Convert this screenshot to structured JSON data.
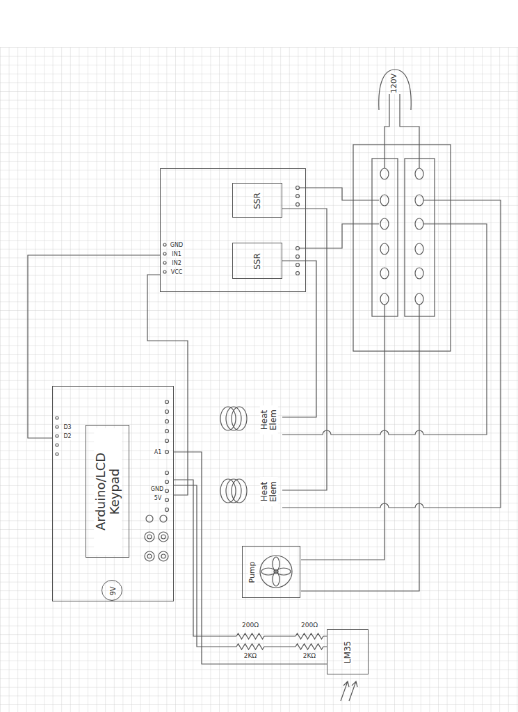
{
  "diagram": {
    "nodes": [
      {
        "text": [
          "GND",
          "IN1",
          "IN2",
          "VCC"
        ]
      },
      {
        "text": [
          "SSR"
        ],
        "in": 0
      },
      {
        "text": [
          "SSR"
        ],
        "in": 0
      },
      {
        "text": [
          "Heat Elem"
        ]
      },
      {
        "text": [
          "Heat Elem"
        ]
      },
      {
        "text": [
          "Pump"
        ]
      },
      {
        "text": [
          "D3",
          "D2",
          "A1",
          "GND",
          "5V"
        ]
      },
      {
        "text": [
          "Arduino/LCD Keypad"
        ],
        "in": 6
      },
      {
        "text": [
          "9V"
        ],
        "in": 6
      },
      {
        "text": [
          "LM35"
        ]
      }
    ],
    "edges": [
      {
        "from": 6,
        "to": 0,
        "arrow": "none"
      },
      {
        "from": 6,
        "to": 0,
        "arrow": "none"
      },
      {
        "from": 6,
        "to": 9,
        "arrow": "none"
      },
      {
        "from": 2,
        "to": 3,
        "arrow": "none"
      },
      {
        "from": 1,
        "to": 4,
        "arrow": "none"
      }
    ],
    "labels": [
      "120V",
      "200Ω",
      "2KΩ",
      "200Ω",
      "2KΩ"
    ]
  }
}
